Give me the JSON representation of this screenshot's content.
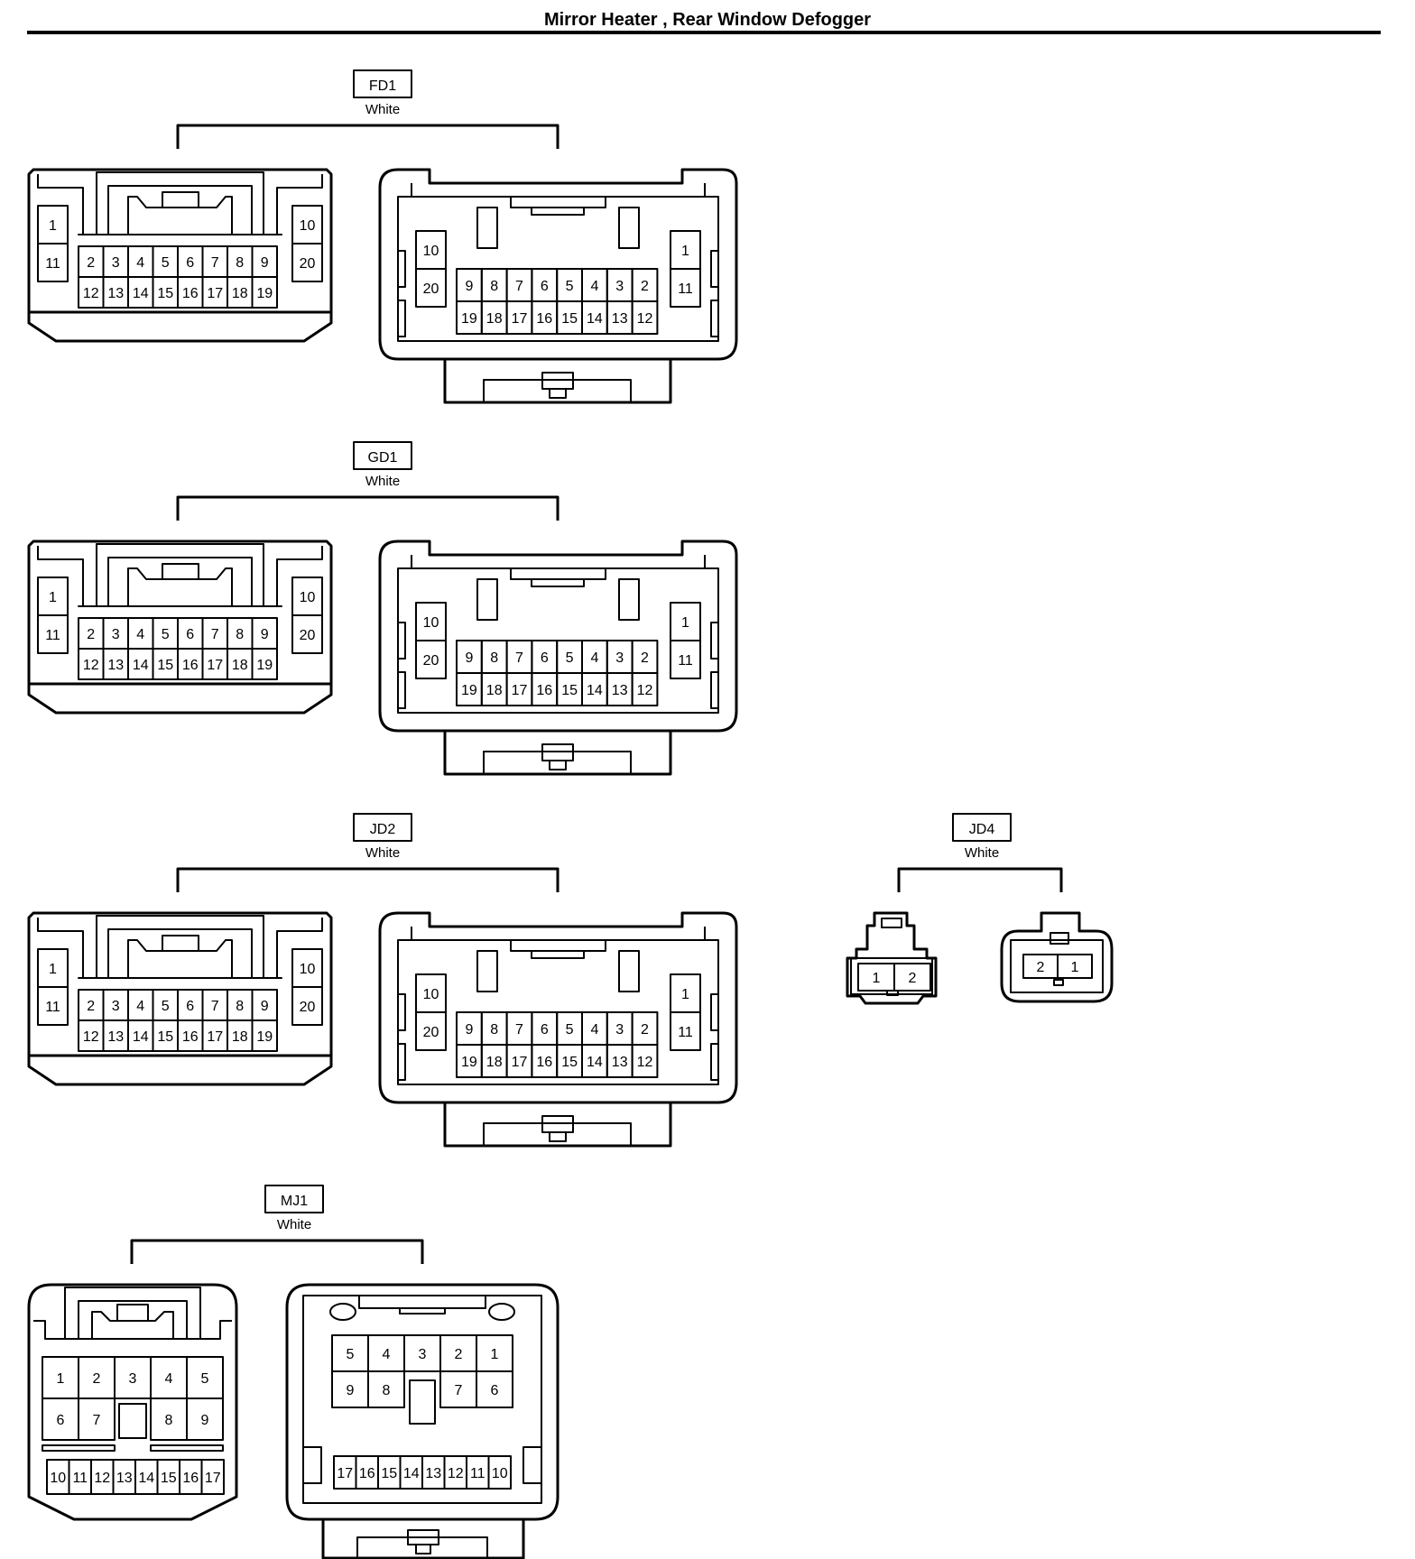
{
  "page": {
    "title": "Mirror Heater , Rear Window Defogger"
  },
  "connectors": [
    {
      "id": "FD1",
      "color": "White",
      "type": "20pin"
    },
    {
      "id": "GD1",
      "color": "White",
      "type": "20pin"
    },
    {
      "id": "JD2",
      "color": "White",
      "type": "20pin"
    },
    {
      "id": "JD4",
      "color": "White",
      "type": "2pin"
    },
    {
      "id": "MJ1",
      "color": "White",
      "type": "17pin"
    }
  ],
  "pinouts": {
    "pin20_female": {
      "left": [
        "1",
        "11"
      ],
      "right": [
        "10",
        "20"
      ],
      "top": [
        "2",
        "3",
        "4",
        "5",
        "6",
        "7",
        "8",
        "9"
      ],
      "bottom": [
        "12",
        "13",
        "14",
        "15",
        "16",
        "17",
        "18",
        "19"
      ]
    },
    "pin20_male": {
      "left": [
        "10",
        "20"
      ],
      "right": [
        "1",
        "11"
      ],
      "top": [
        "9",
        "8",
        "7",
        "6",
        "5",
        "4",
        "3",
        "2"
      ],
      "bottom": [
        "19",
        "18",
        "17",
        "16",
        "15",
        "14",
        "13",
        "12"
      ]
    },
    "pin2_female": [
      "1",
      "2"
    ],
    "pin2_male": [
      "2",
      "1"
    ],
    "pin17_female": {
      "row1": [
        "1",
        "2",
        "3",
        "4",
        "5"
      ],
      "row2": [
        "6",
        "7",
        "8",
        "9"
      ],
      "row3": [
        "10",
        "11",
        "12",
        "13",
        "14",
        "15",
        "16",
        "17"
      ]
    },
    "pin17_male": {
      "row1": [
        "5",
        "4",
        "3",
        "2",
        "1"
      ],
      "row2": [
        "9",
        "8",
        "7",
        "6"
      ],
      "row3": [
        "17",
        "16",
        "15",
        "14",
        "13",
        "12",
        "11",
        "10"
      ]
    }
  }
}
